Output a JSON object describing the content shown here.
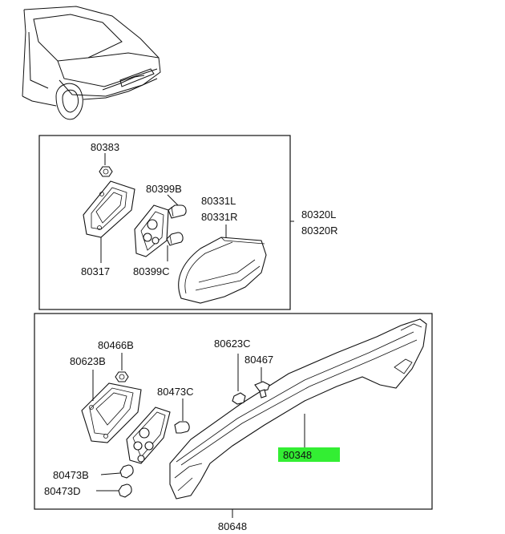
{
  "labels": {
    "upper": {
      "p80383": "80383",
      "p80399b": "80399B",
      "p80331l": "80331L",
      "p80331r": "80331R",
      "p80320l": "80320L",
      "p80320r": "80320R",
      "p80317": "80317",
      "p80399c": "80399C"
    },
    "lower": {
      "p80466b": "80466B",
      "p80623b": "80623B",
      "p80623c": "80623C",
      "p80467": "80467",
      "p80473c": "80473C",
      "p80348": "80348",
      "p80473b": "80473B",
      "p80473d": "80473D",
      "p80648": "80648"
    }
  },
  "highlight": {
    "part": "80348",
    "color": "#33ee33"
  }
}
